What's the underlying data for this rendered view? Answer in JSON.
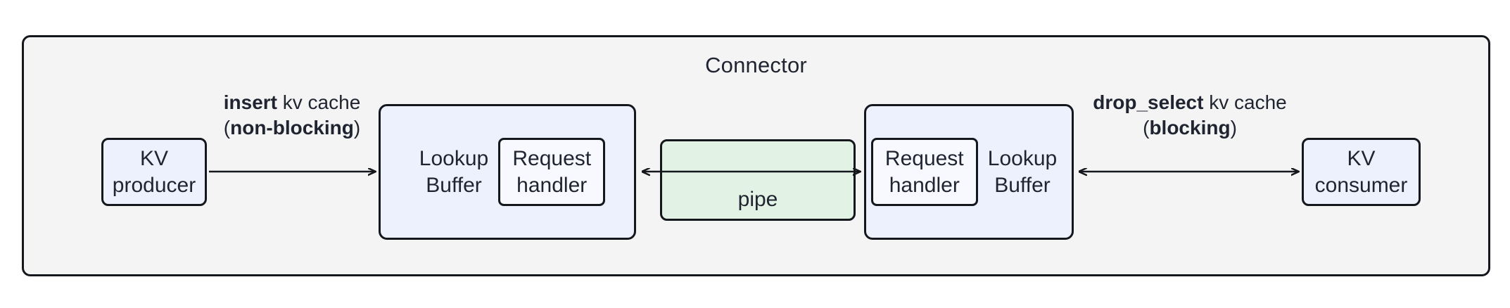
{
  "diagram": {
    "type": "block-diagram",
    "title": "Connector",
    "background_color": "#ffffff",
    "container_fill": "#f4f4f4",
    "node_fill": "#edf0fd",
    "pipe_fill": "#e2f2e4",
    "stroke_color": "#14171c"
  },
  "connector": {
    "title": "Connector"
  },
  "nodes": {
    "kv_producer": {
      "line1": "KV",
      "line2": "producer"
    },
    "kv_consumer": {
      "line1": "KV",
      "line2": "consumer"
    },
    "left_buffer": {
      "label_line1": "Lookup",
      "label_line2": "Buffer",
      "handler_line1": "Request",
      "handler_line2": "handler"
    },
    "right_buffer": {
      "label_line1": "Lookup",
      "label_line2": "Buffer",
      "handler_line1": "Request",
      "handler_line2": "handler"
    },
    "pipe": {
      "label": "pipe"
    }
  },
  "edges": {
    "insert": {
      "line1_bold": "insert",
      "line1_rest": " kv cache",
      "line2_open": "(",
      "line2_bold": "non-blocking",
      "line2_close": ")",
      "direction": "one-way-right"
    },
    "drop_select": {
      "line1_bold": "drop_select",
      "line1_rest": " kv cache",
      "line2_open": "(",
      "line2_bold": "blocking",
      "line2_close": ")",
      "direction": "bidirectional"
    },
    "pipe_link": {
      "direction": "bidirectional"
    }
  }
}
